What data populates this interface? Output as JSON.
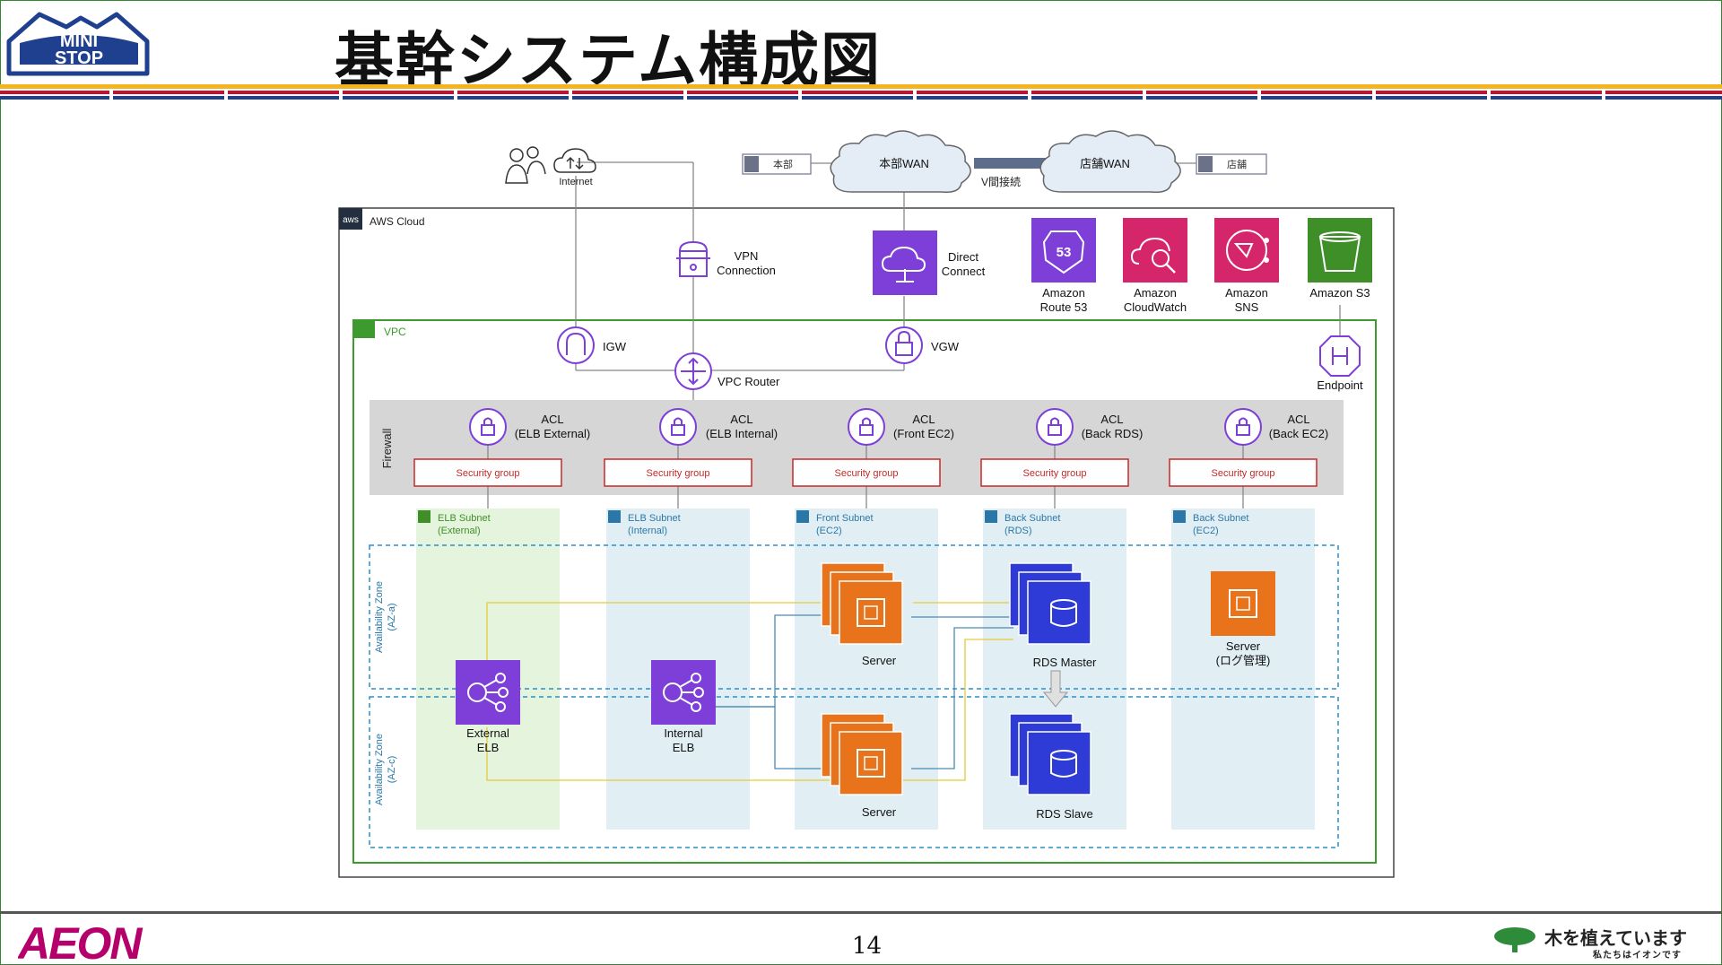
{
  "slide": {
    "title": "基幹システム構成図",
    "page_number": "14",
    "logo_text_1": "MINI",
    "logo_text_2": "STOP",
    "footer_logo": "AEON",
    "footer_tagline": "木を植えています",
    "footer_tagline_sub": "私たちはイオンです"
  },
  "colors": {
    "purple": "#7d3fd8",
    "orange": "#e8731a",
    "pink": "#d6266b",
    "green": "#3f8f29",
    "vpc_green": "#3c9a2f",
    "subnet_green": "#e5f4dc",
    "subnet_blue": "#e1eff5",
    "firewall_gray": "#d6d6d6",
    "security_red": "#c62828",
    "line_yellow": "#e6c93c",
    "line_blue": "#4a8bb3"
  },
  "top": {
    "internet": "Internet",
    "honbu": "本部",
    "tenpo": "店舗",
    "honbu_wan": "本部WAN",
    "tenpo_wan": "店舗WAN",
    "v_link": "V間接続"
  },
  "aws": {
    "cloud_label": "AWS Cloud",
    "aws_badge": "aws",
    "vpn_1": "VPN",
    "vpn_2": "Connection",
    "dc_1": "Direct",
    "dc_2": "Connect",
    "services": [
      {
        "line1": "Amazon",
        "line2": "Route 53",
        "icon": "route53-icon"
      },
      {
        "line1": "Amazon",
        "line2": "CloudWatch",
        "icon": "cloudwatch-icon"
      },
      {
        "line1": "Amazon",
        "line2": "SNS",
        "icon": "sns-icon"
      },
      {
        "line1": "Amazon S3",
        "line2": "",
        "icon": "s3-icon"
      }
    ],
    "endpoint": "Endpoint"
  },
  "vpc": {
    "label": "VPC",
    "igw": "IGW",
    "vgw": "VGW",
    "router": "VPC Router",
    "firewall": "Firewall",
    "acls": [
      {
        "line1": "ACL",
        "line2": "(ELB External)"
      },
      {
        "line1": "ACL",
        "line2": "(ELB Internal)"
      },
      {
        "line1": "ACL",
        "line2": "(Front EC2)"
      },
      {
        "line1": "ACL",
        "line2": "(Back RDS)"
      },
      {
        "line1": "ACL",
        "line2": "(Back EC2)"
      }
    ],
    "security_group": "Security group",
    "subnets": [
      {
        "line1": "ELB Subnet",
        "line2": "(External)"
      },
      {
        "line1": "ELB Subnet",
        "line2": "(Internal)"
      },
      {
        "line1": "Front Subnet",
        "line2": "(EC2)"
      },
      {
        "line1": "Back Subnet",
        "line2": "(RDS)"
      },
      {
        "line1": "Back Subnet",
        "line2": "(EC2)"
      }
    ],
    "az_a_1": "Availability Zone",
    "az_a_2": "(AZ-a)",
    "az_c_1": "Availability Zone",
    "az_c_2": "(AZ-c)",
    "ext_elb_1": "External",
    "ext_elb_2": "ELB",
    "int_elb_1": "Internal",
    "int_elb_2": "ELB",
    "server": "Server",
    "rds_master": "RDS Master",
    "rds_slave": "RDS Slave",
    "log_server_1": "Server",
    "log_server_2": "(ログ管理)"
  }
}
